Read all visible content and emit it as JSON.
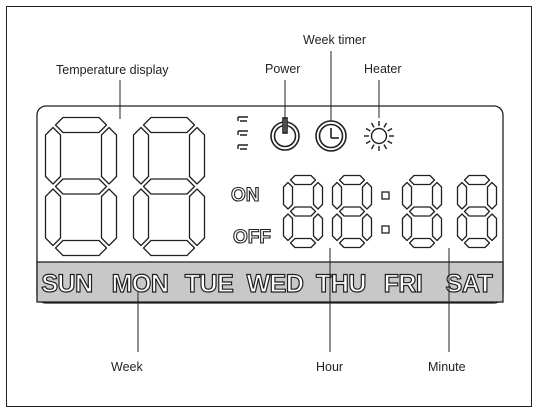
{
  "callouts": {
    "temperature_display": "Temperature display",
    "power": "Power",
    "week_timer": "Week timer",
    "heater": "Heater",
    "week": "Week",
    "hour": "Hour",
    "minute": "Minute"
  },
  "display": {
    "on_label": "ON",
    "off_label": "OFF",
    "days": [
      "SUN",
      "MON",
      "TUE",
      "WED",
      "THU",
      "FRI",
      "SAT"
    ]
  },
  "colors": {
    "line": "#231f20",
    "day_bar": "#c8c8c8"
  }
}
